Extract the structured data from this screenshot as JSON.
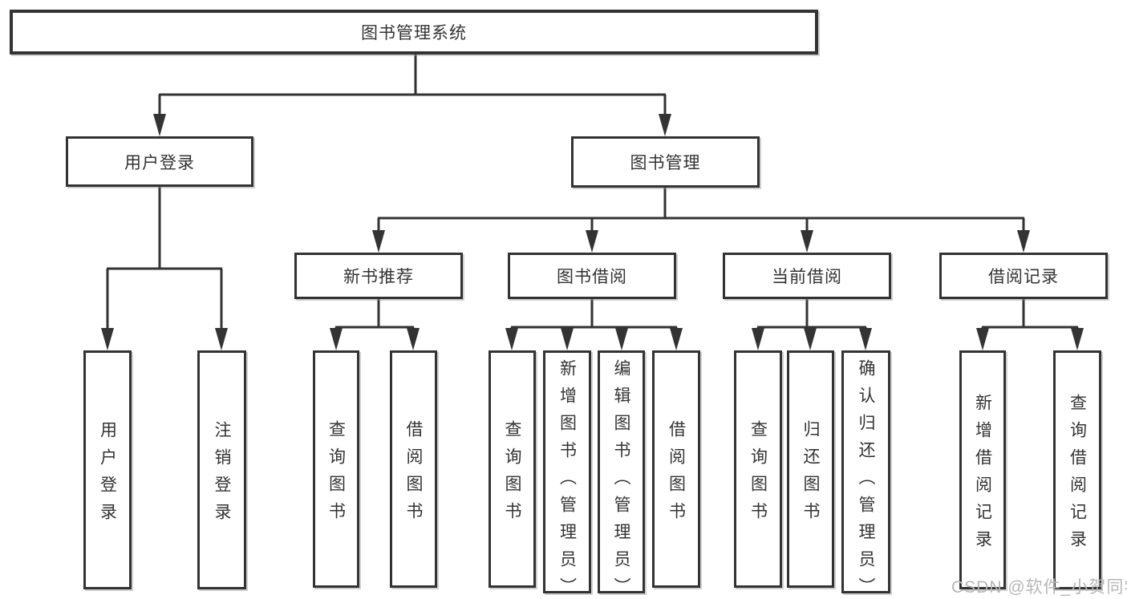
{
  "tree": {
    "root": {
      "label": "图书管理系统",
      "children": [
        {
          "label": "用户登录",
          "children": [
            {
              "label": "用户登录"
            },
            {
              "label": "注销登录"
            }
          ]
        },
        {
          "label": "图书管理",
          "children": [
            {
              "label": "新书推荐",
              "children": [
                {
                  "label": "查询图书"
                },
                {
                  "label": "借阅图书"
                }
              ]
            },
            {
              "label": "图书借阅",
              "children": [
                {
                  "label": "查询图书"
                },
                {
                  "label": "新增图书（管理员）"
                },
                {
                  "label": "编辑图书（管理员）"
                },
                {
                  "label": "借阅图书"
                }
              ]
            },
            {
              "label": "当前借阅",
              "children": [
                {
                  "label": "查询图书"
                },
                {
                  "label": "归还图书"
                },
                {
                  "label": "确认归还（管理员）"
                }
              ]
            },
            {
              "label": "借阅记录",
              "children": [
                {
                  "label": "新增借阅记录"
                },
                {
                  "label": "查询借阅记录"
                }
              ]
            }
          ]
        }
      ]
    }
  },
  "watermark": {
    "text": "CSDN @软件_小贺同学"
  },
  "colors": {
    "line": "#333333",
    "text": "#333333",
    "box_background": "#ffffff",
    "watermark": "#b7b7b7",
    "page_background": "#ffffff"
  }
}
